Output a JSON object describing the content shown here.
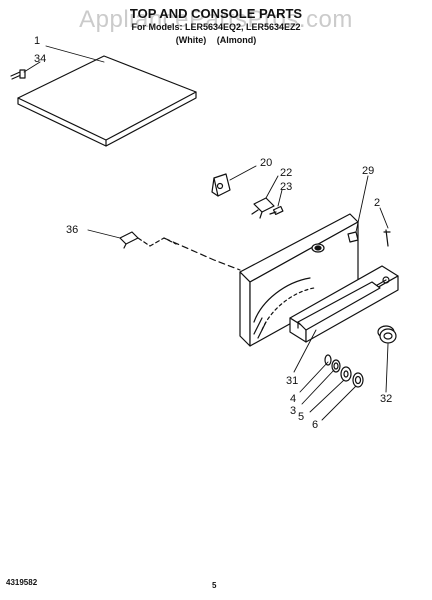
{
  "watermark": "AppliancePartsPros.com",
  "title": "TOP AND CONSOLE PARTS",
  "model_line": "For Models: LER5634EQ2, LER5634EZ2",
  "finish_white": "(White)",
  "finish_almond": "(Almond)",
  "callouts": {
    "c1": "1",
    "c34": "34",
    "c20": "20",
    "c22": "22",
    "c23": "23",
    "c29": "29",
    "c2": "2",
    "c36": "36",
    "c31": "31",
    "c32": "32",
    "c4": "4",
    "c3": "3",
    "c5": "5",
    "c6": "6"
  },
  "footer": {
    "part_number": "4319582",
    "page_number": "5"
  }
}
